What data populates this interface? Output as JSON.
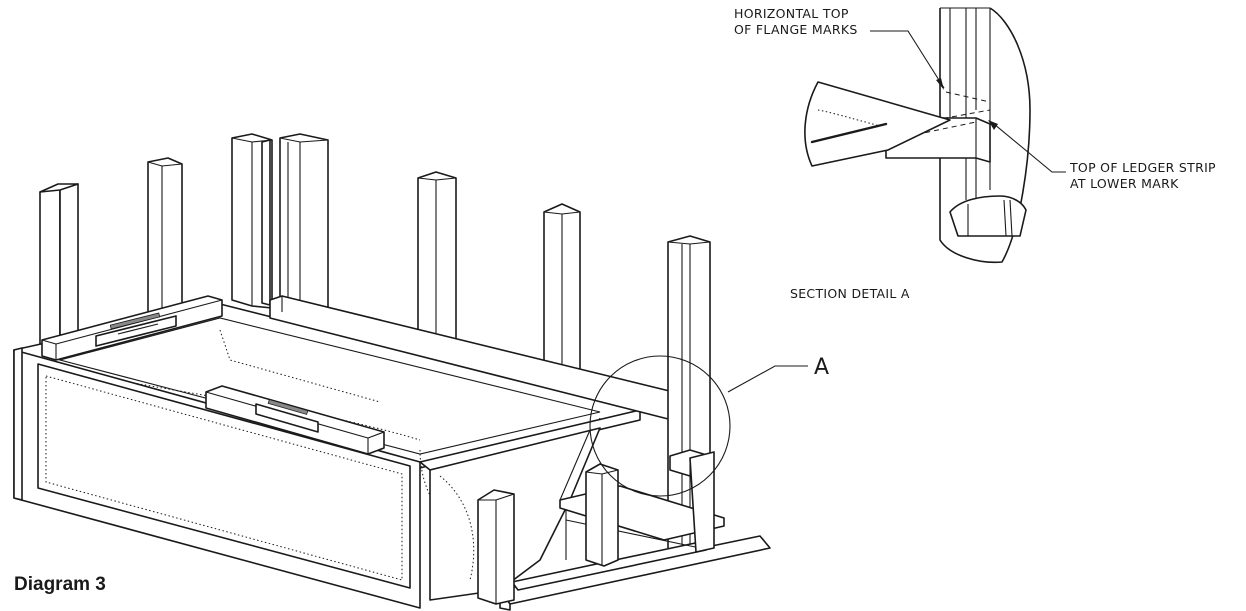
{
  "diagram": {
    "title": "Diagram 3",
    "callout_letter": "A",
    "section_label": "SECTION DETAIL A",
    "annotations": {
      "flange_marks": [
        "HORIZONTAL TOP",
        "OF FLANGE MARKS"
      ],
      "ledger_strip": [
        "TOP OF LEDGER STRIP",
        "AT LOWER MARK"
      ]
    }
  }
}
